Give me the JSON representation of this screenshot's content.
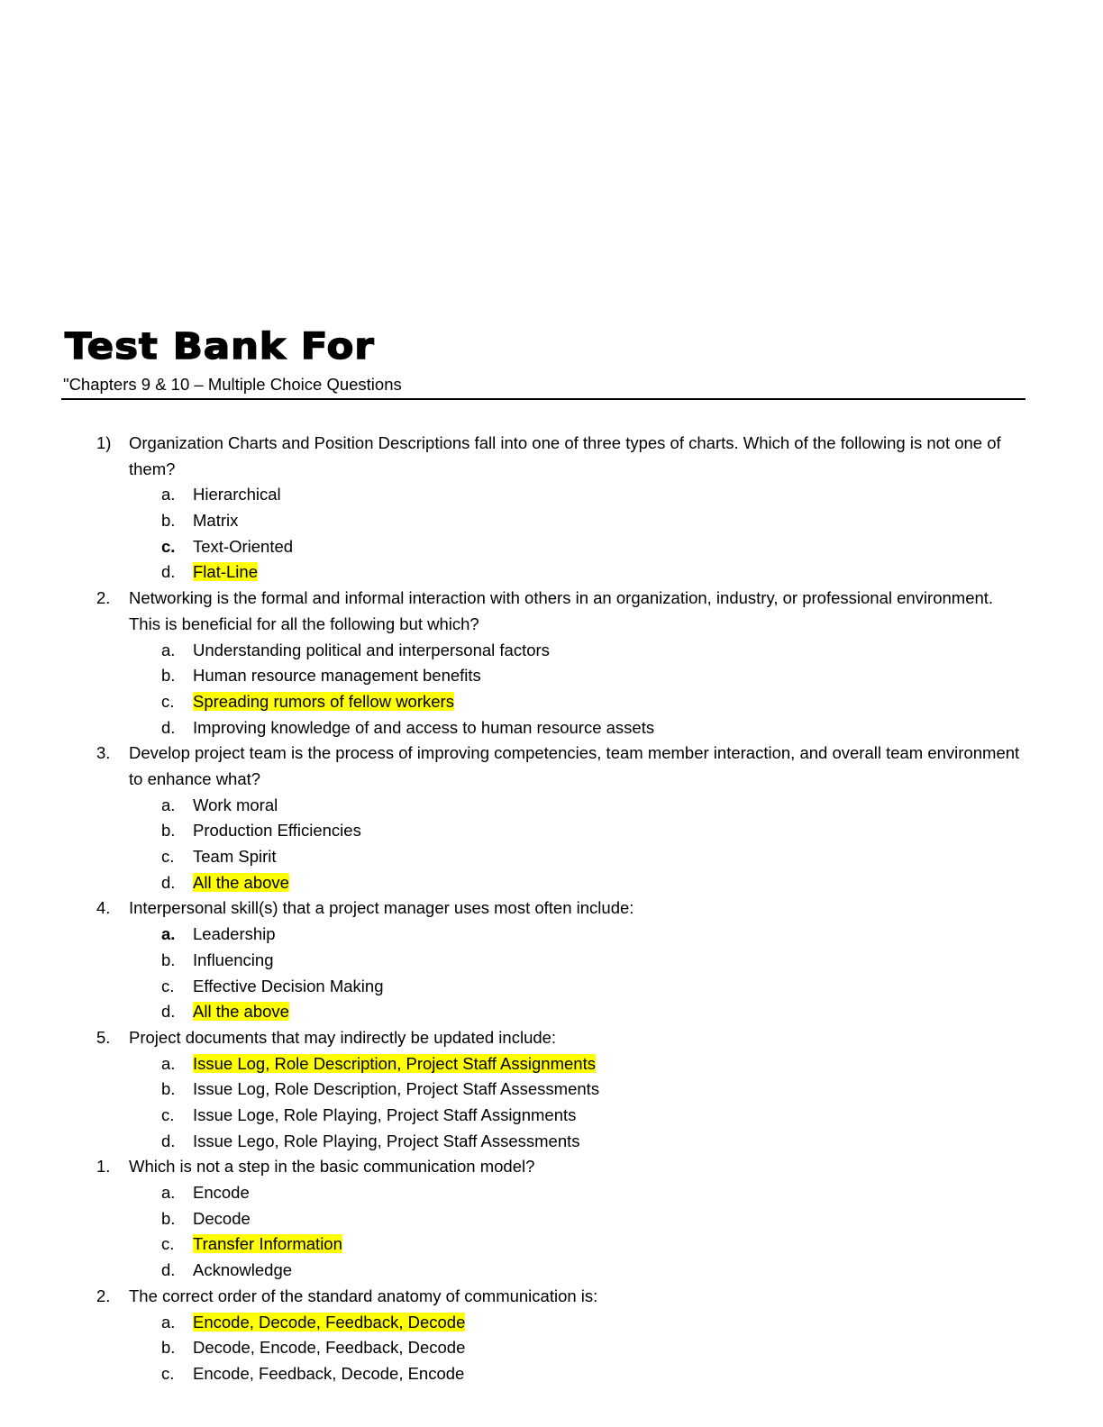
{
  "header": {
    "title": "Test Bank For",
    "subtitle": "\"Chapters 9 & 10 – Multiple Choice Questions"
  },
  "highlight_color": "#ffff00",
  "questions": [
    {
      "number": "1)",
      "text": "Organization Charts and Position Descriptions fall into one of three types of charts. Which of the following is not one of them?",
      "options": [
        {
          "letter": "a.",
          "text": "Hierarchical"
        },
        {
          "letter": "b.",
          "text": "Matrix"
        },
        {
          "letter": "c.",
          "text": "Text-Oriented",
          "bold_letter": true
        },
        {
          "letter": "d.",
          "text": "Flat-Line",
          "highlighted": true
        }
      ]
    },
    {
      "number": "2.",
      "text": "Networking is the formal and informal interaction with others in an organization, industry, or professional environment. This is beneficial for all the following but which?",
      "options": [
        {
          "letter": "a.",
          "text": "Understanding political and interpersonal factors"
        },
        {
          "letter": "b.",
          "text": "Human resource management benefits"
        },
        {
          "letter": "c.",
          "text": "Spreading rumors of fellow workers",
          "highlighted": true
        },
        {
          "letter": "d.",
          "text": "Improving knowledge of and access to human resource assets"
        }
      ]
    },
    {
      "number": "3.",
      "text": "Develop project team is the process of improving competencies, team member interaction, and overall team environment to enhance what?",
      "options": [
        {
          "letter": "a.",
          "text": "Work moral"
        },
        {
          "letter": "b.",
          "text": "Production Efficiencies"
        },
        {
          "letter": "c.",
          "text": "Team Spirit"
        },
        {
          "letter": "d.",
          "text": "All the above",
          "highlighted": true
        }
      ]
    },
    {
      "number": "4.",
      "text": "Interpersonal skill(s) that a project manager uses most often include:",
      "options": [
        {
          "letter": "a.",
          "text": "Leadership",
          "bold_letter": true
        },
        {
          "letter": "b.",
          "text": "Influencing"
        },
        {
          "letter": "c.",
          "text": "Effective Decision Making"
        },
        {
          "letter": "d.",
          "text": "All the above",
          "highlighted": true
        }
      ]
    },
    {
      "number": "5.",
      "text": "Project documents that may indirectly be updated include:",
      "options": [
        {
          "letter": "a.",
          "text": "Issue Log, Role Description, Project Staff Assignments",
          "highlighted": true
        },
        {
          "letter": "b.",
          "text": "Issue Log, Role Description, Project Staff Assessments"
        },
        {
          "letter": "c.",
          "text": "Issue Loge, Role Playing, Project Staff Assignments"
        },
        {
          "letter": "d.",
          "text": "Issue Lego, Role Playing, Project Staff Assessments"
        }
      ]
    },
    {
      "number": "1.",
      "text": "Which is not a step in the basic communication model?",
      "options": [
        {
          "letter": "a.",
          "text": "Encode"
        },
        {
          "letter": "b.",
          "text": "Decode"
        },
        {
          "letter": "c.",
          "text": "Transfer Information",
          "highlighted": true
        },
        {
          "letter": "d.",
          "text": "Acknowledge"
        }
      ]
    },
    {
      "number": "2.",
      "text": "The correct order of the standard anatomy of communication is:",
      "options": [
        {
          "letter": "a.",
          "text": "Encode, Decode, Feedback, Decode",
          "highlighted": true
        },
        {
          "letter": "b.",
          "text": "Decode, Encode, Feedback, Decode"
        },
        {
          "letter": "c.",
          "text": "Encode, Feedback, Decode, Encode"
        }
      ]
    }
  ]
}
